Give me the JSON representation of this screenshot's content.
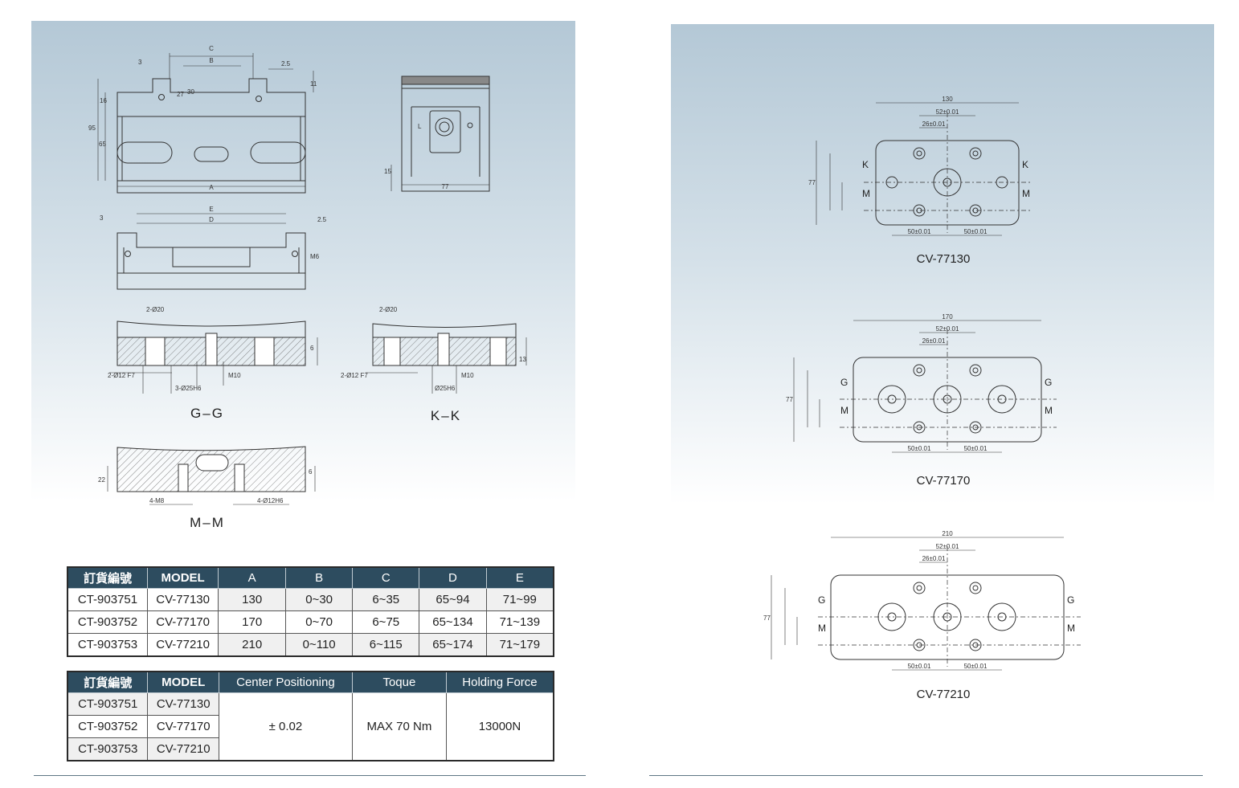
{
  "left_drawings": {
    "section_labels": [
      "G–G",
      "K–K",
      "M–M"
    ],
    "top_view": {
      "c": "C",
      "b": "B",
      "a": "A",
      "d3": "3",
      "d25": "2.5",
      "d11": "11",
      "d16": "16",
      "d27": "27",
      "d30": "30",
      "d95": "95",
      "d65": "65"
    },
    "side_view": {
      "d77": "77",
      "d15": "15",
      "l": "L"
    },
    "mid_view": {
      "e": "E",
      "d": "D",
      "d3": "3",
      "d25": "2.5",
      "m6": "M6"
    },
    "gg": {
      "h1": "2-Ø20",
      "h2": "2-Ø12 F7",
      "h3": "3-Ø25H6",
      "h4": "M10",
      "h5": "6"
    },
    "kk": {
      "h1": "2-Ø20",
      "h2": "2-Ø12 F7",
      "h3": "Ø25H6",
      "h4": "M10",
      "h5": "13"
    },
    "mm": {
      "h1": "4-M8",
      "h2": "4-Ø12H6",
      "h3": "22",
      "h4": "6"
    }
  },
  "right_drawings": {
    "common": {
      "d52": "52±0.01",
      "d26": "26±0.01",
      "d50": "50±0.01",
      "d77": "77"
    },
    "cv77130": {
      "caption": "CV-77130",
      "width": "130",
      "mark1": "K",
      "mark2": "M"
    },
    "cv77170": {
      "caption": "CV-77170",
      "width": "170",
      "mark1": "G",
      "mark2": "M"
    },
    "cv77210": {
      "caption": "CV-77210",
      "width": "210",
      "mark1": "G",
      "mark2": "M"
    }
  },
  "table1": {
    "headers": [
      "訂貨編號",
      "MODEL",
      "A",
      "B",
      "C",
      "D",
      "E"
    ],
    "rows": [
      [
        "CT-903751",
        "CV-77130",
        "130",
        "0~30",
        "6~35",
        "65~94",
        "71~99"
      ],
      [
        "CT-903752",
        "CV-77170",
        "170",
        "0~70",
        "6~75",
        "65~134",
        "71~139"
      ],
      [
        "CT-903753",
        "CV-77210",
        "210",
        "0~110",
        "6~115",
        "65~174",
        "71~179"
      ]
    ]
  },
  "table2": {
    "headers": [
      "訂貨編號",
      "MODEL",
      "Center Positioning",
      "Toque",
      "Holding Force"
    ],
    "rows": [
      [
        "CT-903751",
        "CV-77130"
      ],
      [
        "CT-903752",
        "CV-77170"
      ],
      [
        "CT-903753",
        "CV-77210"
      ]
    ],
    "center_positioning": "± 0.02",
    "toque": "MAX 70 Nm",
    "holding_force": "13000N"
  }
}
